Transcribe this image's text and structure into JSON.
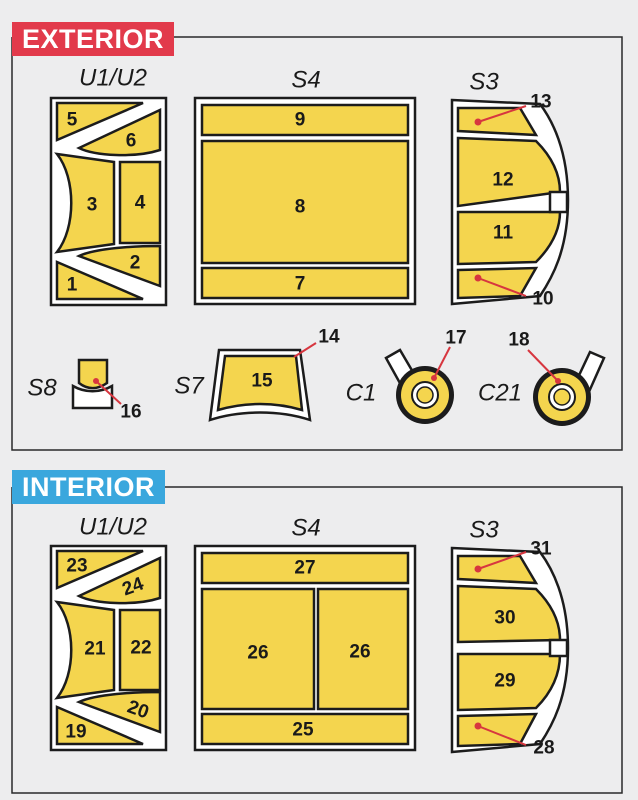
{
  "colors": {
    "background": "#ededee",
    "panel_yellow": "#f4d54e",
    "exterior_header": "#e23a4b",
    "interior_header": "#3aa7dd",
    "leader": "#d7363f",
    "outline": "#1c1c1c"
  },
  "exterior": {
    "title": "EXTERIOR",
    "labels": {
      "u1u2": "U1/U2",
      "s4": "S4",
      "s3": "S3",
      "s8": "S8",
      "s7": "S7",
      "c1": "C1",
      "c21": "C21"
    },
    "numbers": {
      "n1": "1",
      "n2": "2",
      "n3": "3",
      "n4": "4",
      "n5": "5",
      "n6": "6",
      "n7": "7",
      "n8": "8",
      "n9": "9",
      "n10": "10",
      "n11": "11",
      "n12": "12",
      "n13": "13",
      "n14": "14",
      "n15": "15",
      "n16": "16",
      "n17": "17",
      "n18": "18"
    }
  },
  "interior": {
    "title": "INTERIOR",
    "labels": {
      "u1u2": "U1/U2",
      "s4": "S4",
      "s3": "S3"
    },
    "numbers": {
      "n19": "19",
      "n20": "20",
      "n21": "21",
      "n22": "22",
      "n23": "23",
      "n24": "24",
      "n25": "25",
      "n26a": "26",
      "n26b": "26",
      "n27": "27",
      "n28": "28",
      "n29": "29",
      "n30": "30",
      "n31": "31"
    }
  }
}
